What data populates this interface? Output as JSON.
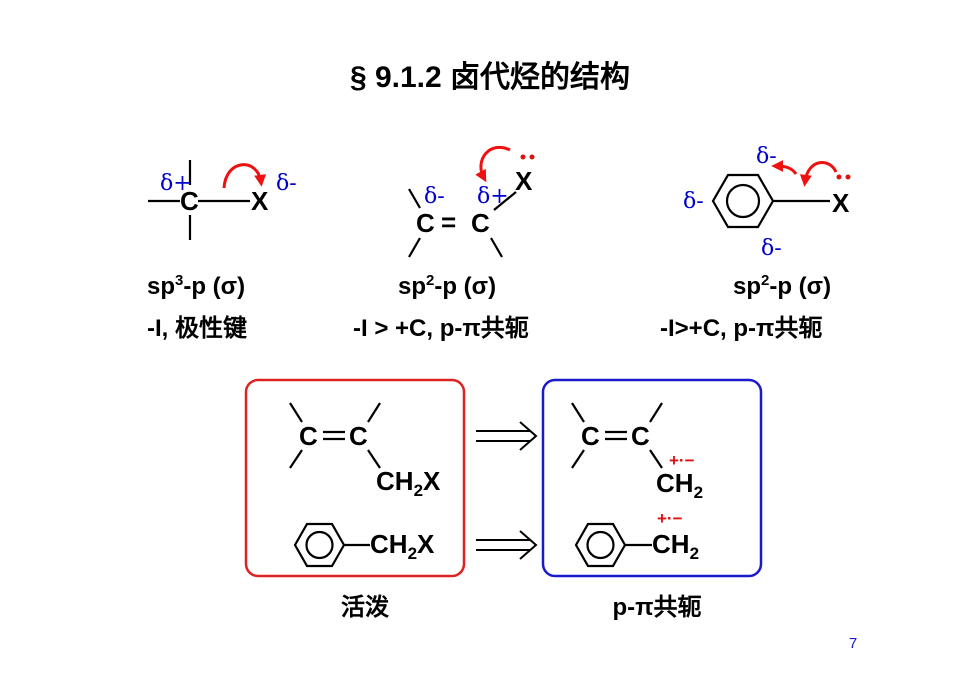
{
  "slide": {
    "title": "§ 9.1.2  卤代烃的结构",
    "page_number": "7"
  },
  "structures": [
    {
      "atoms": {
        "c": "C",
        "x": "X"
      },
      "deltas": {
        "plus": "δ+",
        "minus": "δ-"
      },
      "hybrid": {
        "prefix": "sp",
        "sup": "3",
        "suffix": "-p (σ)"
      },
      "effect": "-I, 极性键"
    },
    {
      "atoms": {
        "c1": "C",
        "double": "=",
        "c2": "C",
        "x": "X"
      },
      "deltas": {
        "minus": "δ-",
        "plus": "δ+"
      },
      "hybrid": {
        "prefix": "sp",
        "sup": "2",
        "suffix": "-p (σ)"
      },
      "effect": "-I > +C, p-π共轭"
    },
    {
      "atoms": {
        "x": "X"
      },
      "deltas": {
        "left": "δ-",
        "top": "δ-",
        "bottom": "δ-"
      },
      "hybrid": {
        "prefix": "sp",
        "sup": "2",
        "suffix": "-p (σ)"
      },
      "effect": "-I>+C, p-π共轭"
    }
  ],
  "boxes": {
    "left": {
      "allylic": {
        "c1": "C",
        "c2": "C",
        "group": "CH",
        "sub": "2",
        "x": "X"
      },
      "benzylic": {
        "group": "CH",
        "sub": "2",
        "x": "X"
      },
      "caption": "活泼",
      "border_color": "#dd2222"
    },
    "right": {
      "allylic": {
        "c1": "C",
        "c2": "C",
        "group": "CH",
        "sub": "2",
        "charges": "+·−"
      },
      "benzylic": {
        "group": "CH",
        "sub": "2",
        "charges": "+·−"
      },
      "caption": "p-π共轭",
      "border_color": "#1a1acc"
    }
  },
  "colors": {
    "arrow": "#ee1111",
    "delta": "#0000cc",
    "charge": "#dd1111",
    "page_number": "#1a1acc"
  }
}
